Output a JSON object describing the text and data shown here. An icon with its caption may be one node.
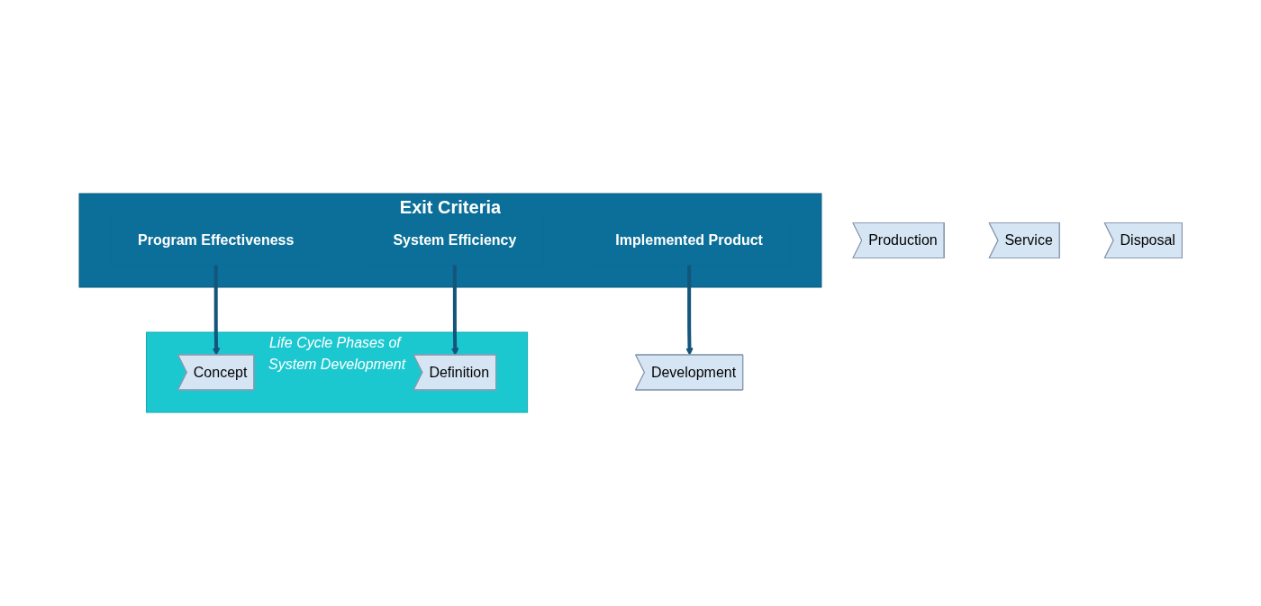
{
  "diagram": {
    "nodes": [
      {
        "text": [
          "Exit Criteria"
        ]
      },
      {
        "text": [
          "Program Effectiveness"
        ],
        "in": 0
      },
      {
        "text": [
          "System Efficiency"
        ],
        "in": 0
      },
      {
        "text": [
          "Implemented Product"
        ],
        "in": 0
      },
      {
        "text": [
          "Life Cycle Phases of System Development"
        ]
      },
      {
        "text": [
          "Concept"
        ],
        "in": 4
      },
      {
        "text": [
          "Definition"
        ],
        "in": 4
      },
      {
        "text": [
          "Development"
        ]
      },
      {
        "text": [
          "Production"
        ]
      },
      {
        "text": [
          "Service"
        ]
      },
      {
        "text": [
          "Disposal"
        ]
      }
    ],
    "edges": [
      {
        "from": 1,
        "to": 5,
        "arrow": "to"
      },
      {
        "from": 2,
        "to": 6,
        "arrow": "to"
      },
      {
        "from": 3,
        "to": 7,
        "arrow": "to"
      }
    ]
  }
}
